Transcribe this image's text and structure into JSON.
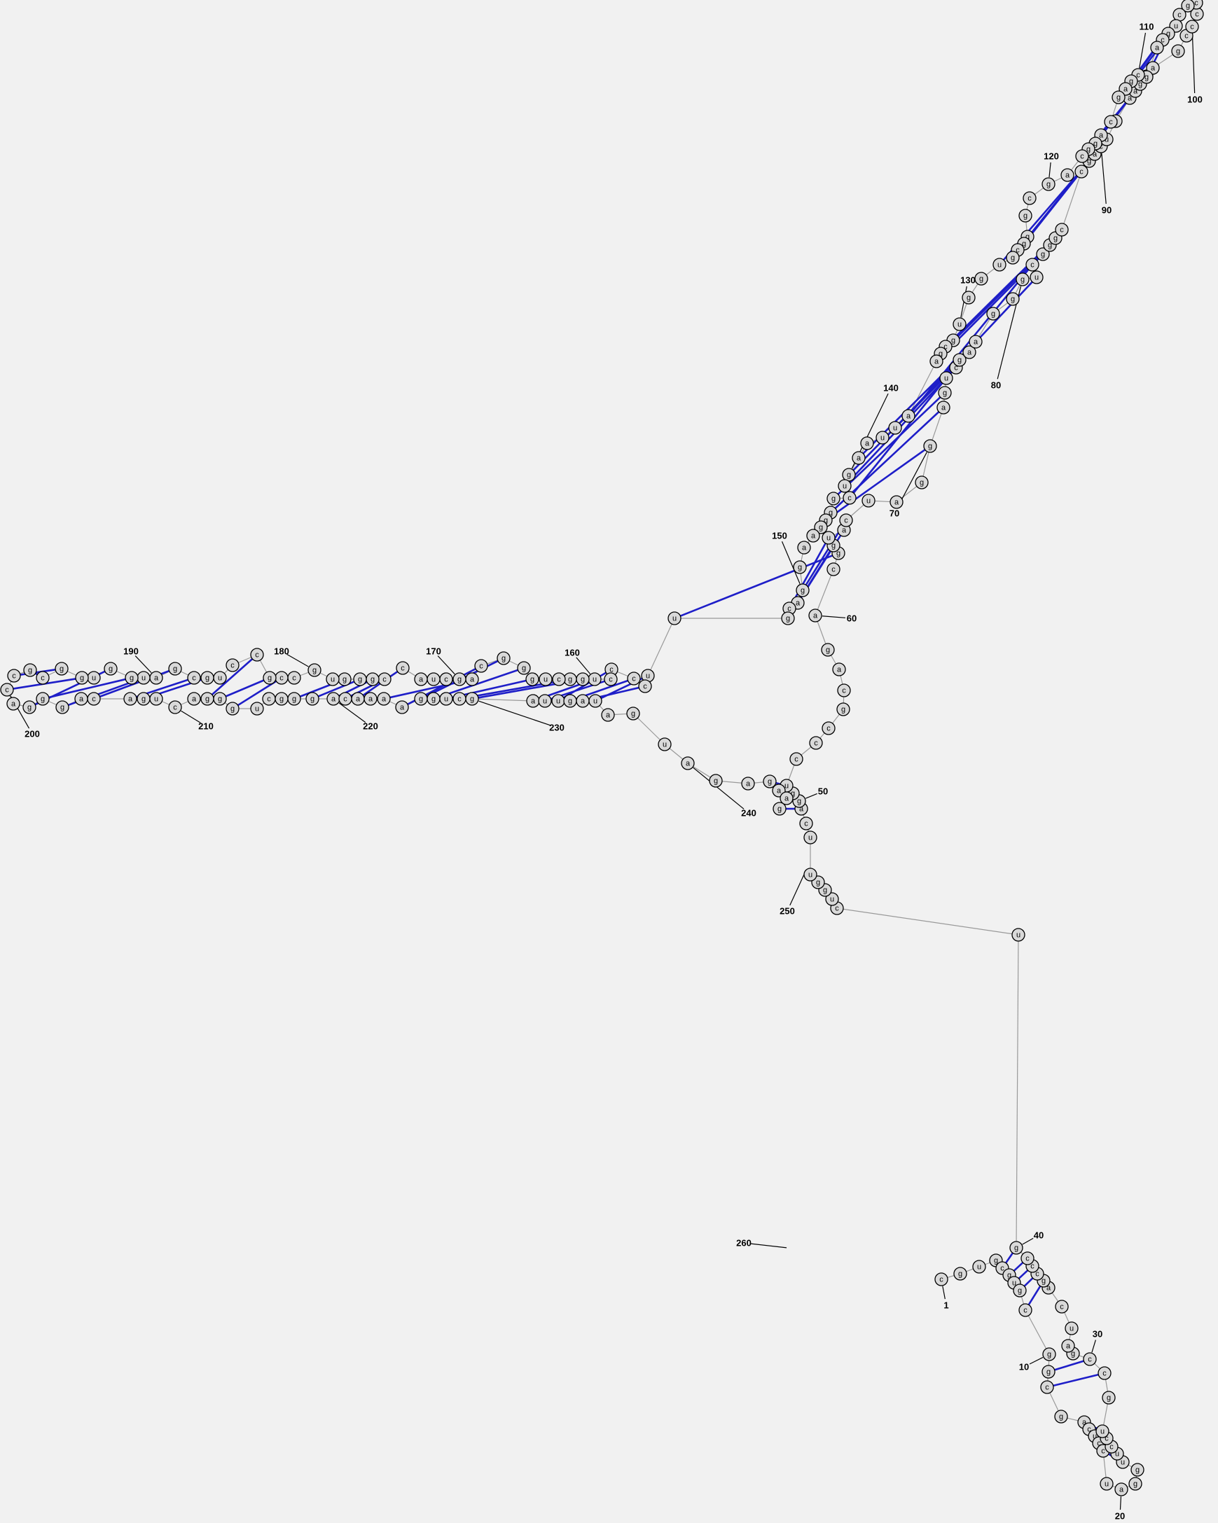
{
  "diagram": {
    "sequence": "cgugcgugcggcgacuccuagguuccugccgaucagcccgucugguucaggucccgcagacgguacuaggagucgaagggucgggccgacugaagcagccccgcugcagcgagcaggcagcgggcguggugcgaauuaagucggggaaggacguuccccuggcugggcagcuaccgggugccgccugcgaugguggcgccagggacagucagggucgggacaaaaggucgauugauaguagagaag",
    "number_labels": [
      "1",
      "10",
      "20",
      "30",
      "40",
      "50",
      "60",
      "70",
      "80",
      "90",
      "100",
      "110",
      "120",
      "130",
      "140",
      "150",
      "160",
      "170",
      "180",
      "190",
      "200",
      "210",
      "220",
      "230",
      "240",
      "250",
      "260"
    ],
    "colors": {
      "background": "#f1f1f1",
      "nucleotide_fill": "#d9d9d9",
      "backbone": "#999999",
      "base_pair": "#1e1ec8"
    }
  }
}
